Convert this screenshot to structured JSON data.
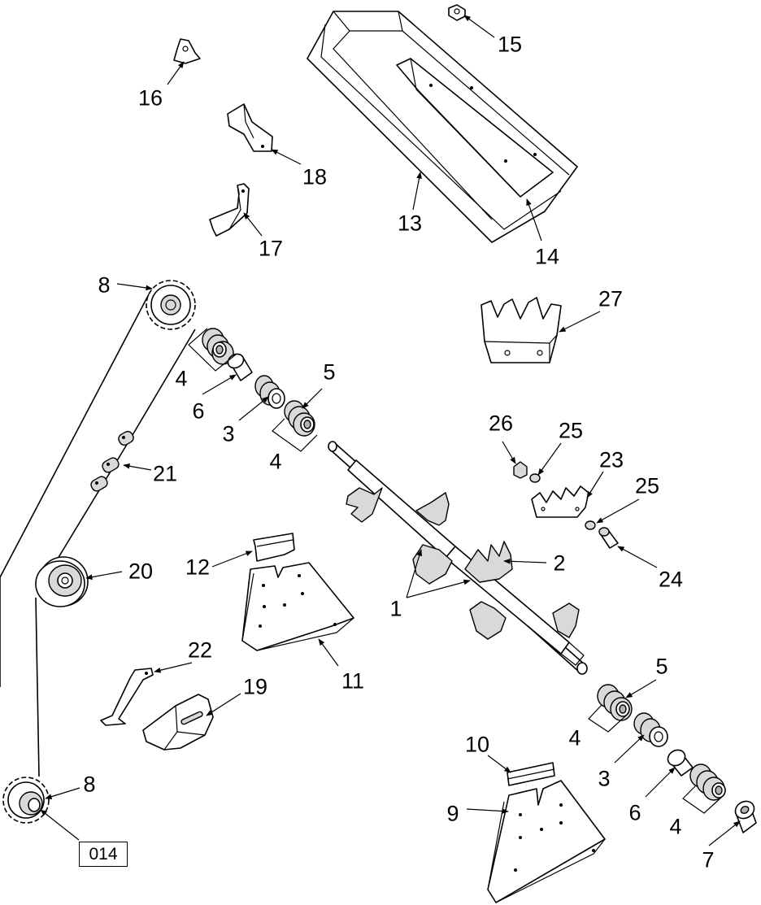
{
  "diagram": {
    "reference_code": "014",
    "callouts": {
      "c1": "1",
      "c2": "2",
      "c3a": "3",
      "c3b": "3",
      "c4a": "4",
      "c4b": "4",
      "c4c": "4",
      "c4d": "4",
      "c5a": "5",
      "c5b": "5",
      "c6a": "6",
      "c6b": "6",
      "c7": "7",
      "c8a": "8",
      "c8b": "8",
      "c9": "9",
      "c10": "10",
      "c11": "11",
      "c12": "12",
      "c13": "13",
      "c14": "14",
      "c15": "15",
      "c16": "16",
      "c17": "17",
      "c18": "18",
      "c19": "19",
      "c20": "20",
      "c21": "21",
      "c22": "22",
      "c23": "23",
      "c24": "24",
      "c25a": "25",
      "c25b": "25",
      "c26": "26",
      "c27": "27"
    }
  }
}
